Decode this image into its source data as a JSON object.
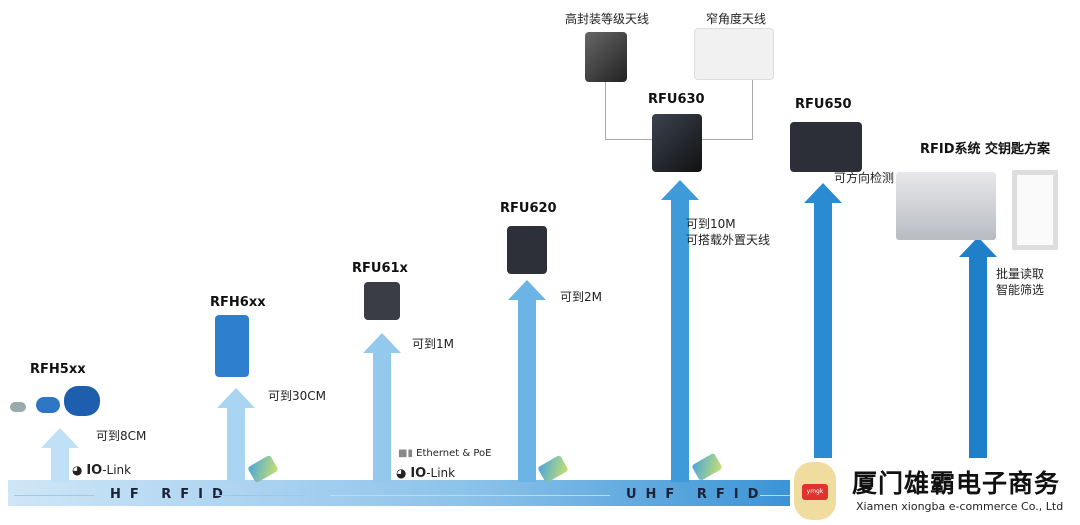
{
  "bands": {
    "hf": "HF RFID",
    "uhf": "UHF RFID"
  },
  "products": [
    {
      "name": "RFH5xx",
      "range": "可到8CM"
    },
    {
      "name": "RFH6xx",
      "range": "可到30CM"
    },
    {
      "name": "RFU61x",
      "range": "可到1M"
    },
    {
      "name": "RFU620",
      "range": "可到2M"
    },
    {
      "name": "RFU630",
      "range": "可到10M",
      "extra": "可搭载外置天线"
    },
    {
      "name": "RFU650",
      "range": "可方向检测"
    },
    {
      "name": "RFID系统 交钥匙方案",
      "range": "批量读取",
      "extra": "智能筛选"
    }
  ],
  "antennas": {
    "sealed": "高封装等级天线",
    "narrow": "窄角度天线"
  },
  "interfaces": {
    "iolink_bold": "IO",
    "iolink_rest": "-Link",
    "ethernet": "Ethernet & PoE"
  },
  "watermark": {
    "company": "厦门雄霸电子商务",
    "english": "Xiamen xiongba e-commerce Co., Ltd",
    "mascot_text": "ymgk"
  },
  "colors": {
    "light": "#b9dcf5",
    "mid": "#5aa9e2",
    "dark": "#1f7fc9"
  }
}
